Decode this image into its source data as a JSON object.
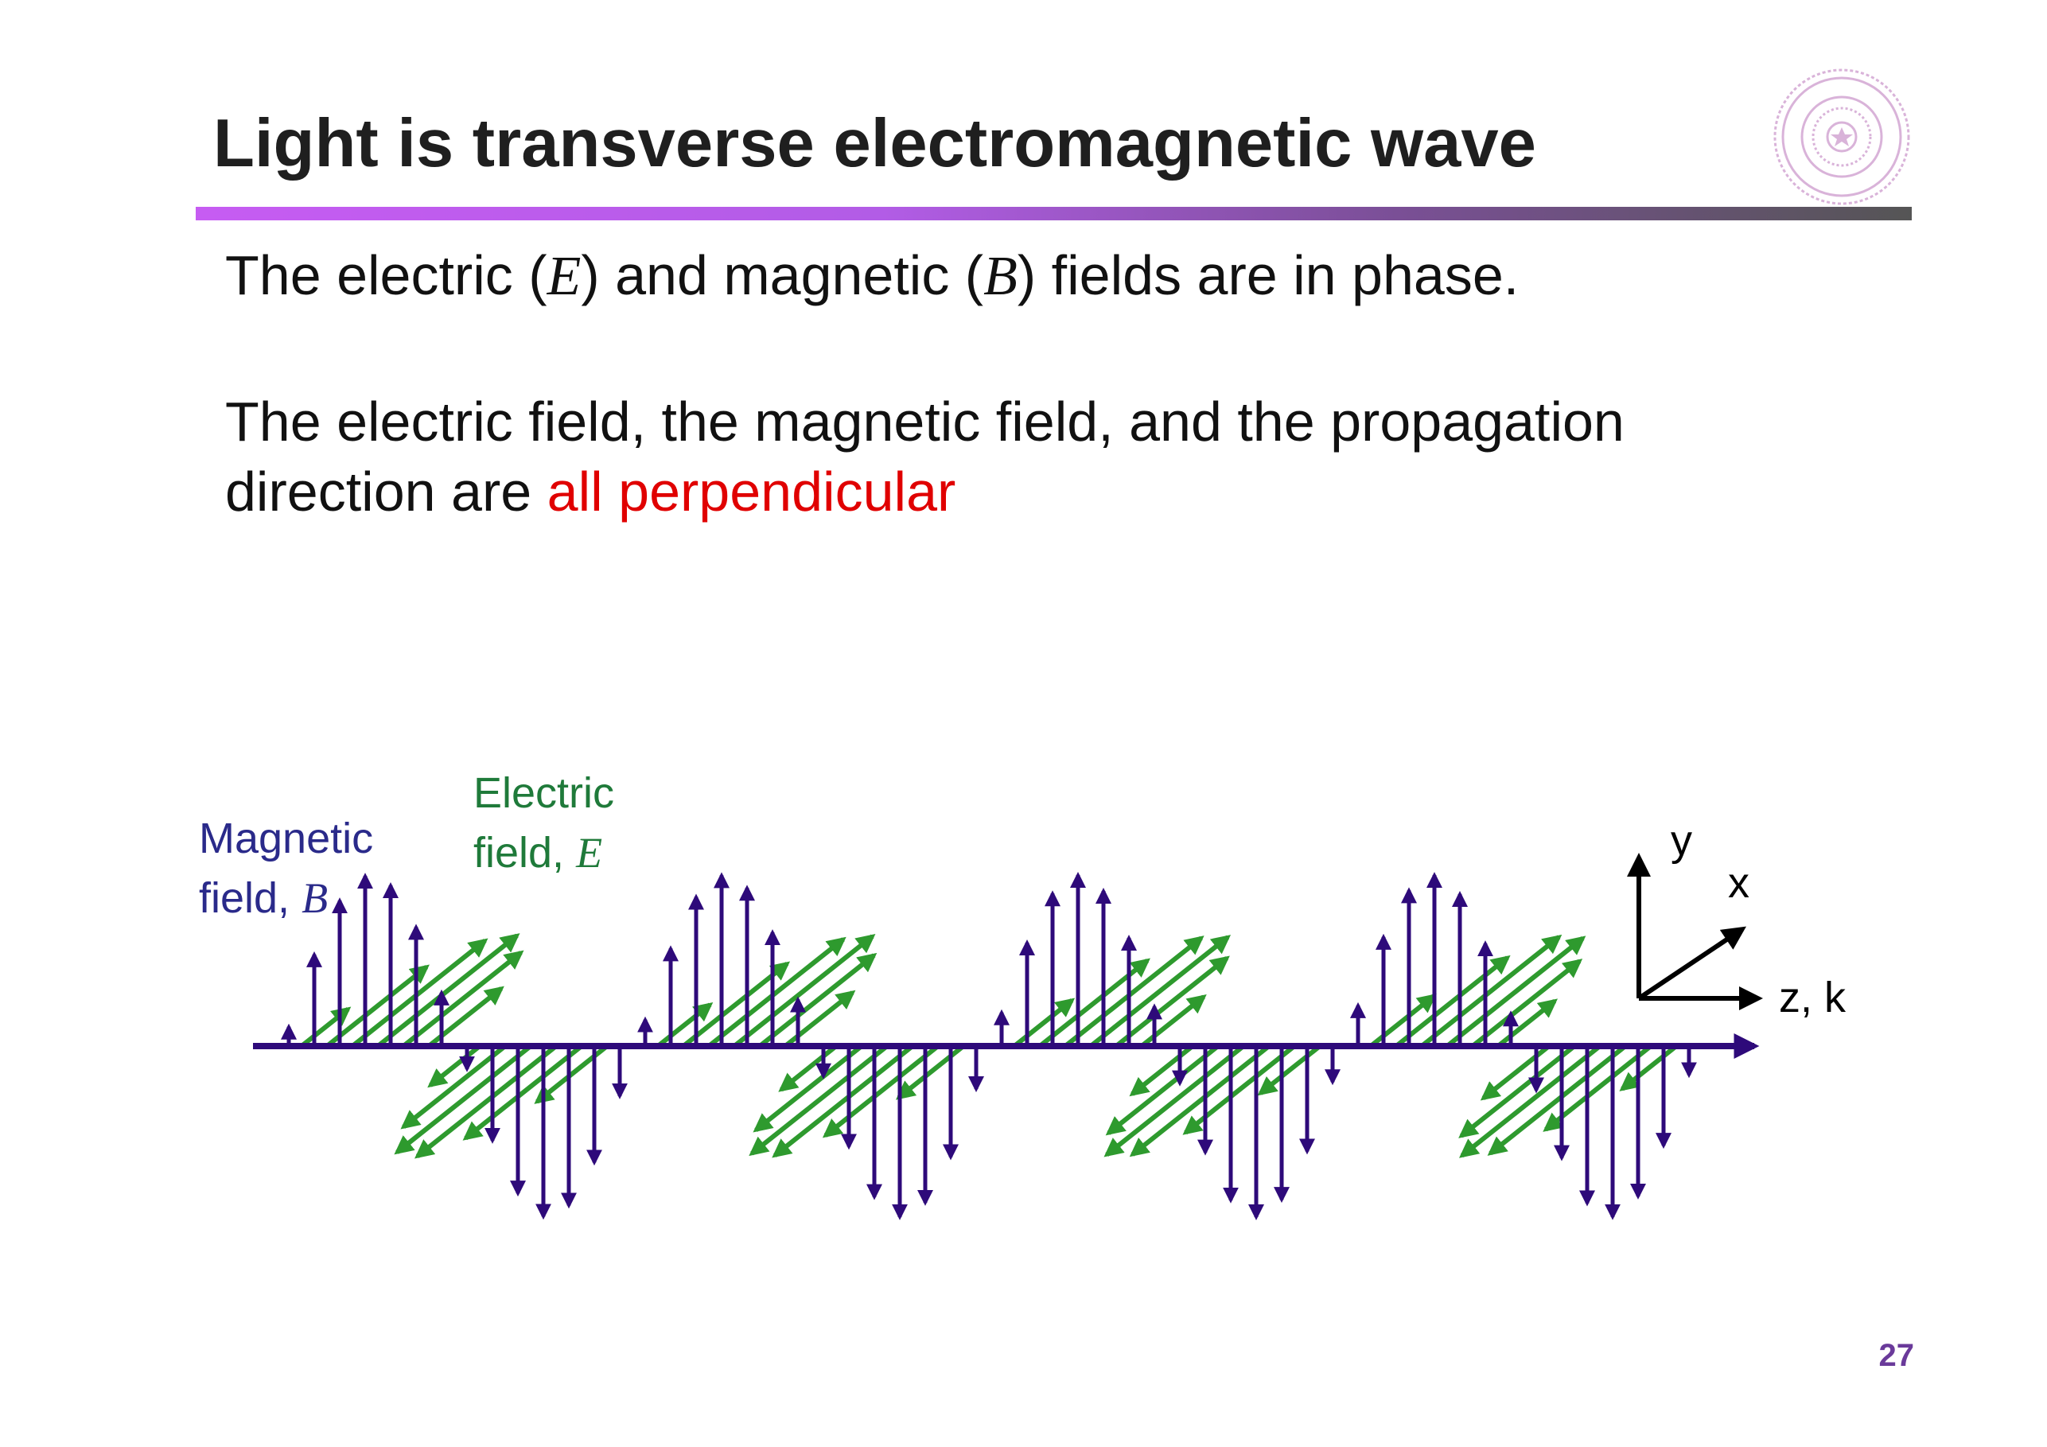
{
  "slide": {
    "title": "Light is transverse electromagnetic wave",
    "para1": {
      "before": "The electric (",
      "e": "E",
      "middle": ") and magnetic (",
      "b": "B",
      "after": ") fields are in phase."
    },
    "para2": {
      "line1": "The electric field, the magnetic field, and the propagation",
      "line2_prefix": "direction are ",
      "highlight": "all perpendicular"
    },
    "page_number": "27"
  },
  "figure": {
    "magnetic_label": {
      "line1": "Magnetic",
      "line2": "field,",
      "symbol": "B"
    },
    "electric_label": {
      "line1": "Electric",
      "line2": "field,",
      "symbol": "E"
    },
    "axes": {
      "y": "y",
      "x": "x",
      "z": "z, k"
    },
    "periods": 4
  },
  "colors": {
    "title": "#1f1f1f",
    "highlight": "#e00000",
    "magnetic": "#2e0a7a",
    "electric": "#2e9a2e",
    "electric_label": "#1f7a3a",
    "magnetic_label": "#2a2a8a",
    "page_number": "#6a3a9a"
  }
}
